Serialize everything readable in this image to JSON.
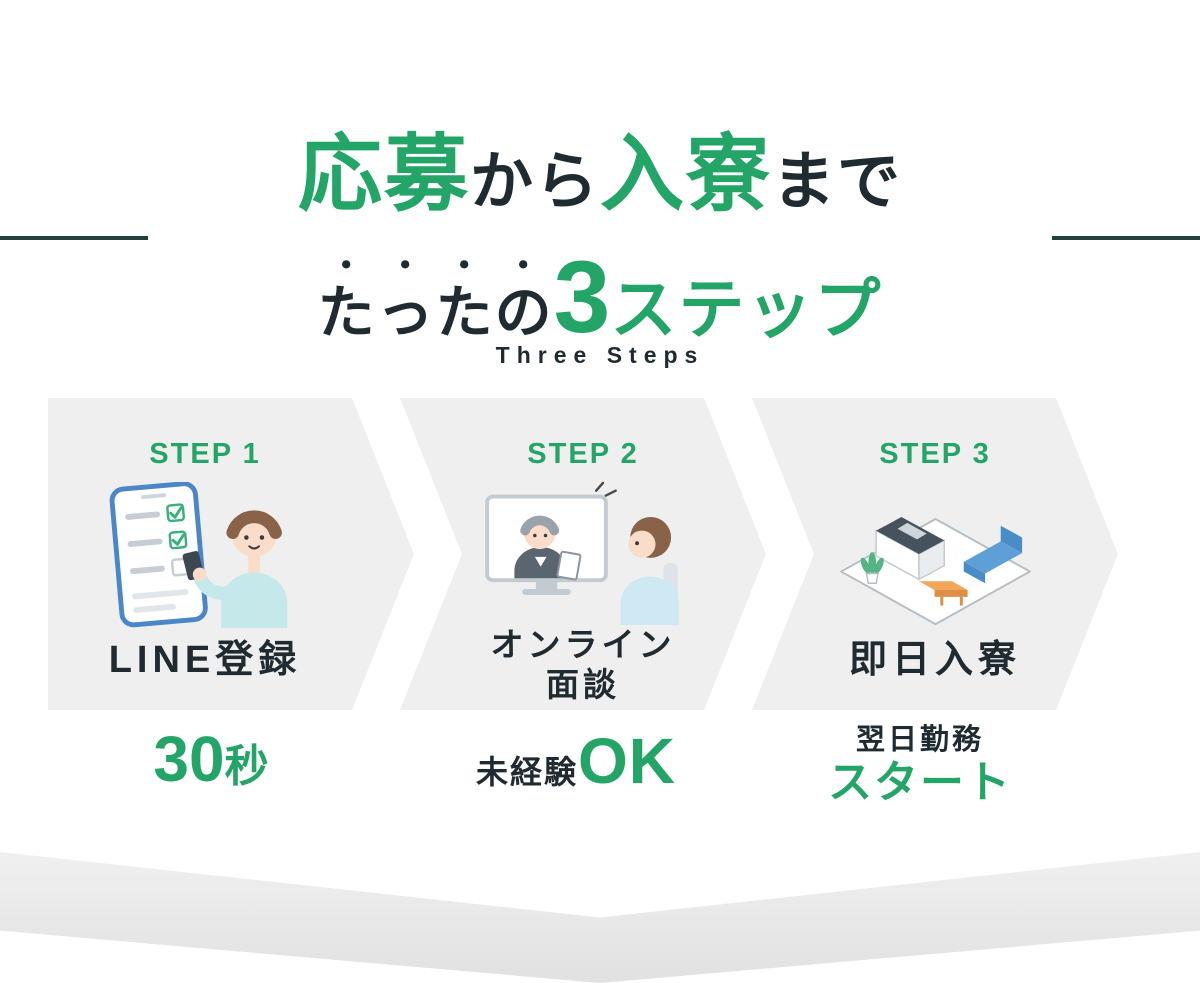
{
  "colors": {
    "brand_green": "#23a567",
    "dark_text": "#1f2b31",
    "panel_gray": "#efefef",
    "arrow_gray": "#e1e1e1",
    "illustration_blue": "#4a86c8",
    "sofa_blue": "#5f9fd8",
    "table_orange": "#f2a65a"
  },
  "header": {
    "title": {
      "part1": "応募",
      "part2": "から",
      "part3": "入寮",
      "part4": "まで"
    },
    "subtitle": {
      "emphasized": "たったの",
      "number": "3",
      "word": "ステップ"
    },
    "subtitle_en": "Three Steps"
  },
  "steps": [
    {
      "label": "STEP 1",
      "name": "LINE登録",
      "illustration": "person-registering-on-smartphone",
      "highlight": {
        "number": "30",
        "unit": "秒"
      }
    },
    {
      "label": "STEP 2",
      "name_line1": "オンライン",
      "name_line2": "面談",
      "illustration": "online-video-interview",
      "highlight": {
        "prefix": "未経験",
        "big": "OK"
      }
    },
    {
      "label": "STEP 3",
      "name": "即日入寮",
      "illustration": "furnished-dorm-room",
      "highlight": {
        "line1": "翌日勤務",
        "line2": "スタート"
      }
    }
  ]
}
